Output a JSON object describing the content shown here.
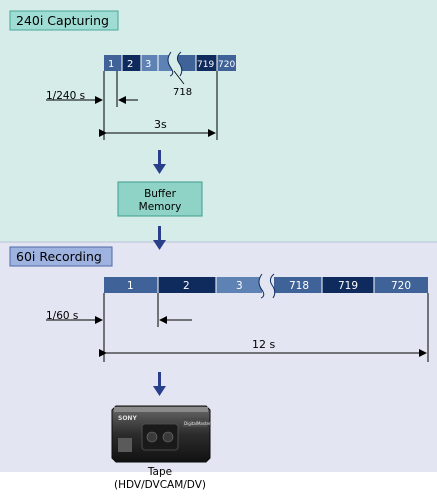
{
  "capture_section": {
    "title": "240i Capturing",
    "frames": [
      "1",
      "2",
      "3",
      "719",
      "720"
    ],
    "callout": "718",
    "interval_label": "1/240 s",
    "duration_label": "3s"
  },
  "buffer": {
    "line1": "Buffer",
    "line2": "Memory"
  },
  "record_section": {
    "title": "60i Recording",
    "frames": [
      "1",
      "2",
      "3",
      "718",
      "719",
      "720"
    ],
    "interval_label": "1/60 s",
    "duration_label": "12 s"
  },
  "tape": {
    "brand": "SONY",
    "badge": "DigitalMaster",
    "caption_line1": "Tape",
    "caption_line2": "(HDV/DVCAM/DV)"
  },
  "colors": {
    "top_bg": "#d5ece8",
    "bottom_bg": "#e3e6f2",
    "frame_dark": "#0f2a5c",
    "frame_mid": "#3f6298",
    "frame_light": "#5f82b5",
    "arrow": "#2a3f8c",
    "title_box": "#9fdcd3"
  }
}
